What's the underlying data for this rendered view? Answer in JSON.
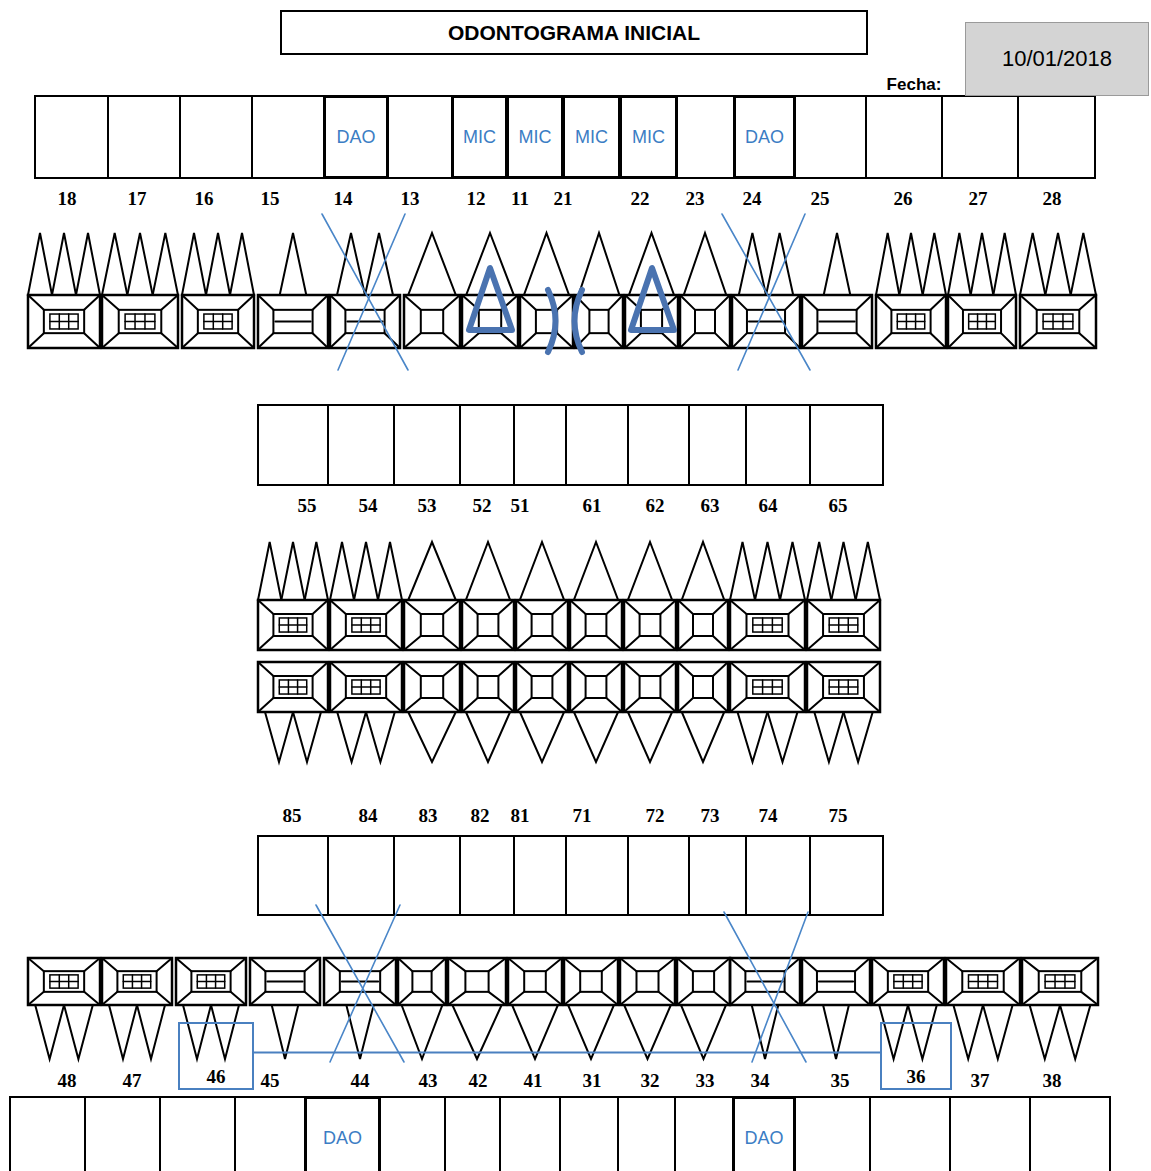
{
  "diagram": {
    "title": "ODONTOGRAMA INICIAL",
    "nodes": [
      {
        "text": [
          "10/01/2018"
        ]
      },
      {
        "text": [
          "DAO"
        ]
      },
      {
        "text": [
          "MIC"
        ]
      },
      {
        "text": [
          "MIC"
        ]
      },
      {
        "text": [
          "MIC"
        ]
      },
      {
        "text": [
          "MIC"
        ]
      },
      {
        "text": [
          "DAO"
        ]
      },
      {
        "text": [
          "46"
        ]
      },
      {
        "text": [
          "36"
        ]
      },
      {
        "text": [
          "DAO"
        ]
      },
      {
        "text": [
          "DAO"
        ]
      }
    ],
    "edges": [
      {
        "from": 7,
        "to": 8,
        "arrow": "none"
      }
    ],
    "labels": [
      "Fecha:",
      "18",
      "17",
      "16",
      "15",
      "14",
      "13",
      "12",
      "11",
      "21",
      "22",
      "23",
      "24",
      "25",
      "26",
      "27",
      "28",
      "55",
      "54",
      "53",
      "52",
      "51",
      "61",
      "62",
      "63",
      "64",
      "65",
      "85",
      "84",
      "83",
      "82",
      "81",
      "71",
      "72",
      "73",
      "74",
      "75",
      "48",
      "47",
      "45",
      "44",
      "43",
      "42",
      "41",
      "31",
      "32",
      "33",
      "34",
      "35",
      "37",
      "38"
    ]
  }
}
